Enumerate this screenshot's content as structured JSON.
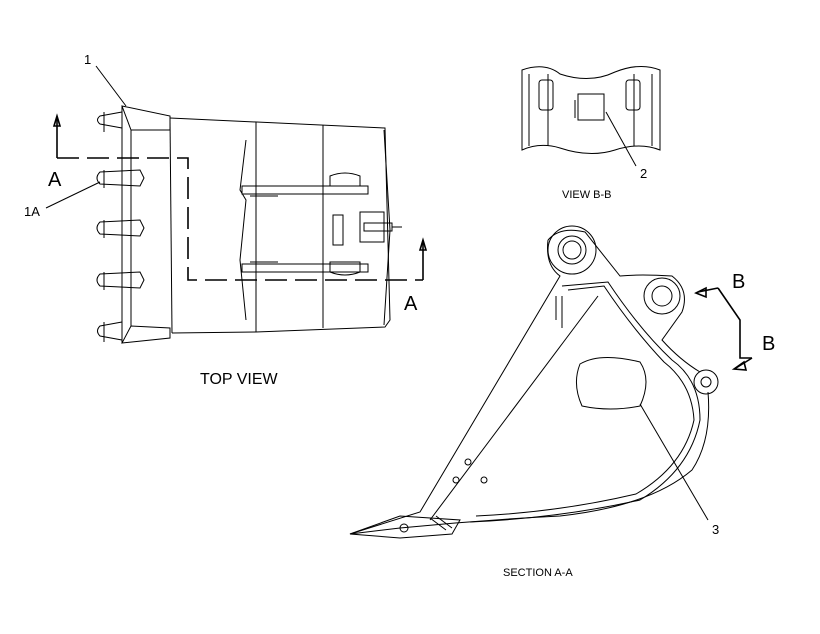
{
  "labels": {
    "callout_1": "1",
    "callout_1a": "1A",
    "callout_2": "2",
    "callout_3": "3",
    "section_mark_left": "A",
    "section_mark_right": "A",
    "view_mark_top": "B",
    "view_mark_bottom": "B",
    "top_view_caption": "TOP VIEW",
    "view_bb_caption": "VIEW B-B",
    "section_aa_caption": "SECTION A-A"
  }
}
